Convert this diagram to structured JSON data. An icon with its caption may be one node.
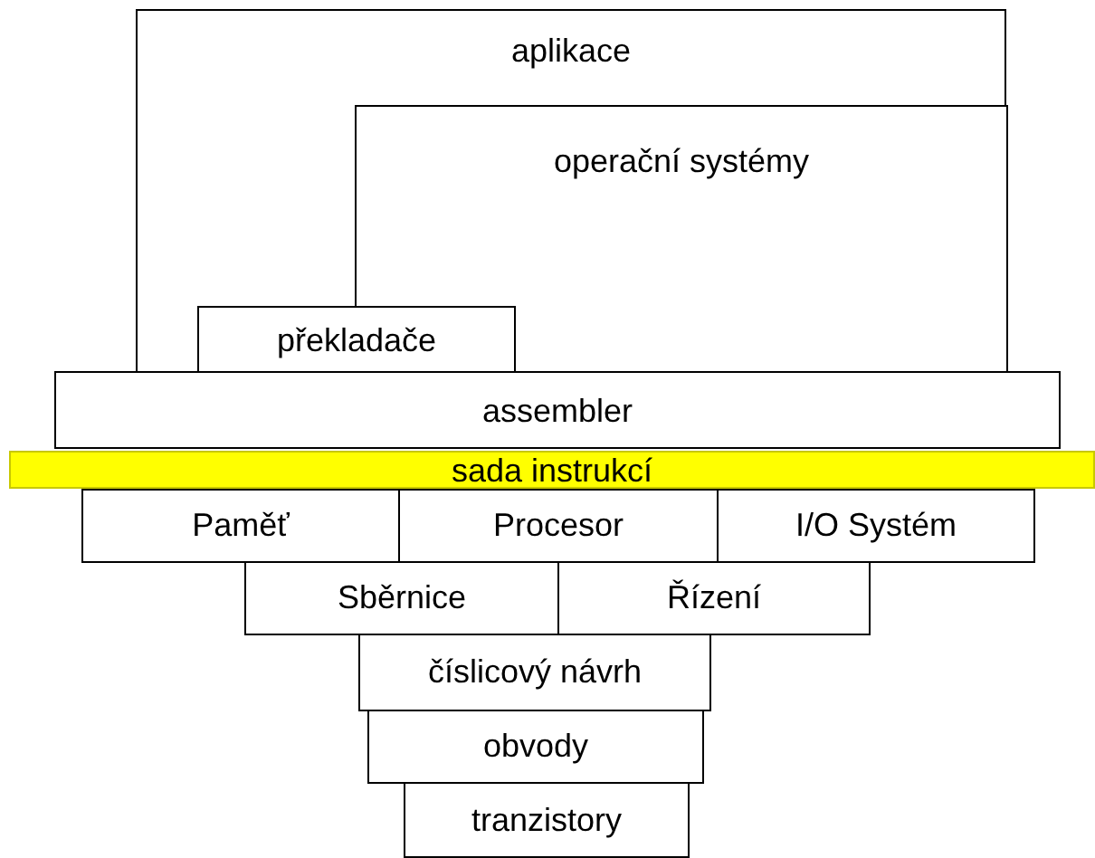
{
  "diagram": {
    "nodes": [
      {
        "text": [
          "aplikace"
        ]
      },
      {
        "text": [
          "operační systémy"
        ],
        "in": 0
      },
      {
        "text": [
          "překladače"
        ],
        "in": 0
      },
      {
        "text": [
          "assembler"
        ]
      },
      {
        "text": [
          "sada instrukcí"
        ]
      },
      {
        "text": [
          "Paměť"
        ]
      },
      {
        "text": [
          "Procesor"
        ]
      },
      {
        "text": [
          "I/O Systém"
        ]
      },
      {
        "text": [
          "Sběrnice"
        ]
      },
      {
        "text": [
          "Řízení"
        ]
      },
      {
        "text": [
          "číslicový návrh"
        ]
      },
      {
        "text": [
          "obvody"
        ]
      },
      {
        "text": [
          "tranzistory"
        ]
      }
    ]
  }
}
